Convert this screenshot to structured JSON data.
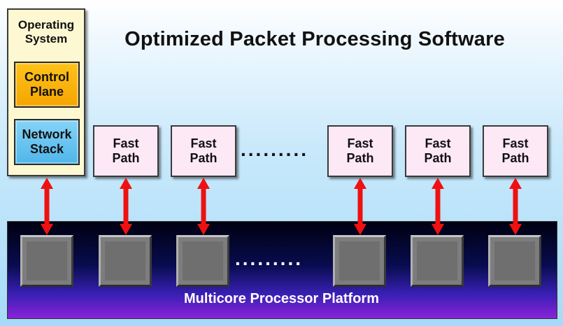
{
  "title": "Optimized Packet Processing Software",
  "os_panel": {
    "label": "Operating\nSystem",
    "control_plane": "Control\nPlane",
    "network_stack": "Network\nStack"
  },
  "fast_path_label": "Fast\nPath",
  "dots": ".........",
  "platform_label": "Multicore Processor Platform",
  "colors": {
    "arrow": "#ee1111",
    "control_plane": "#f7ad00",
    "network_stack": "#5cc0ef",
    "fast_path": "#fde8f6",
    "os_panel": "#fdf8d2"
  }
}
